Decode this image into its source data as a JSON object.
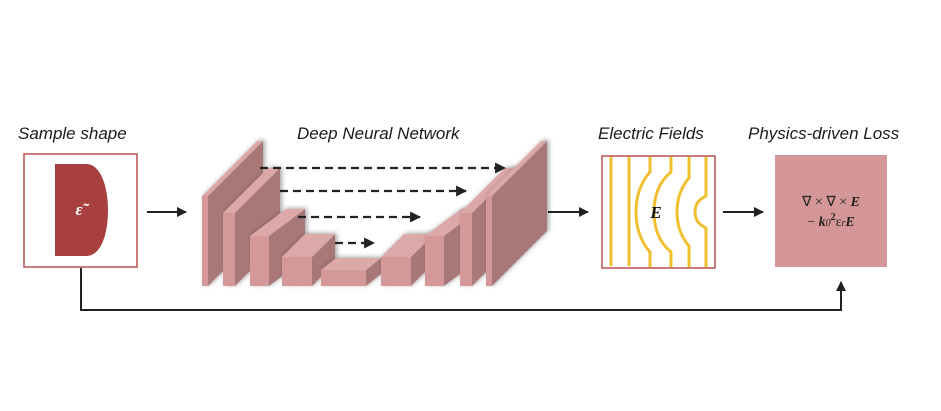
{
  "stages": {
    "sample_shape": {
      "title": "Sample shape",
      "symbol": "ε̃"
    },
    "network": {
      "title": "Deep Neural Network"
    },
    "fields": {
      "title": "Electric Fields",
      "symbol": "E"
    },
    "loss": {
      "title": "Physics-driven Loss",
      "line1_prefix": "∇ × ∇ × ",
      "line1_bold": "E",
      "line2_minus": "− ",
      "line2_k": "k",
      "line2_k_sub": "0",
      "line2_sup": "2",
      "line2_eps": "ε",
      "line2_eps_sub": "r",
      "line2_bold": "E"
    }
  },
  "colors": {
    "shape_fill": "#a84040",
    "shape_border": "#b85050",
    "block_front": "#d49898",
    "block_top": "#dca8a8",
    "block_side": "#a87878",
    "field_line": "#f0c030",
    "field_border": "#b85050",
    "loss_fill": "#d49696",
    "arrow": "#222222"
  }
}
